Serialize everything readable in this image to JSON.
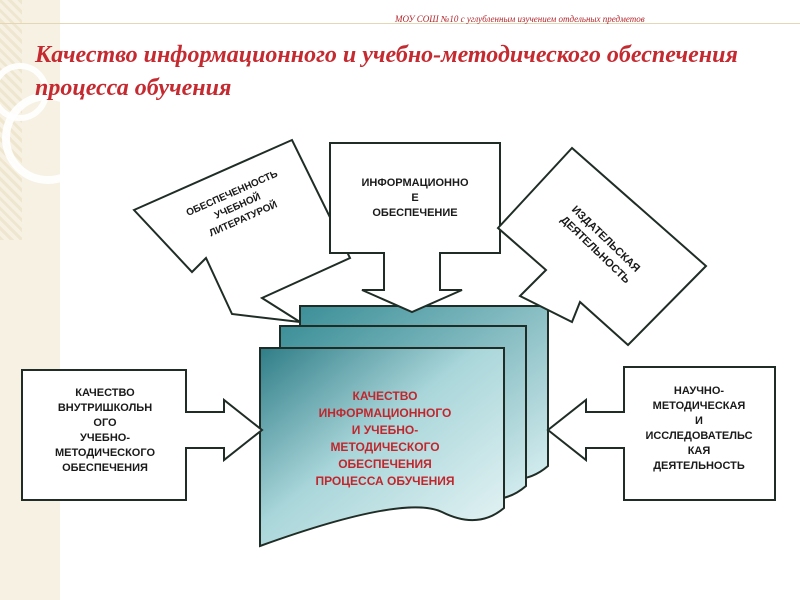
{
  "header": {
    "school": "МОУ СОШ №10 с углубленным изучением   отдельных предметов",
    "title": "Качество информационного и учебно-методического обеспечения процесса обучения"
  },
  "diagram": {
    "center": "КАЧЕСТВО\nИНФОРМАЦИОННОГО\nИ УЧЕБНО-\nМЕТОДИЧЕСКОГО\nОБЕСПЕЧЕНИЯ\nПРОЦЕССА ОБУЧЕНИЯ",
    "top_left": "ОБЕСПЕЧЕННОСТЬ\nУЧЕБНОЙ\nЛИТЕРАТУРОЙ",
    "top_center": "ИНФОРМАЦИОННО\nЕ\nОБЕСПЕЧЕНИЕ",
    "top_right": "ИЗДАТЕЛЬСКАЯ\nДЕЯТЕЛЬНОСТЬ",
    "left": "КАЧЕСТВО\nВНУТРИШКОЛЬН\nОГО\nУЧЕБНО-\nМЕТОДИЧЕСКОГО\nОБЕСПЕЧЕНИЯ",
    "right": "НАУЧНО-\nМЕТОДИЧЕСКАЯ\nИ\nИССЛЕДОВАТЕЛЬС\nКАЯ\nДЕЯТЕЛЬНОСТЬ"
  },
  "colors": {
    "title": "#c42a2f",
    "stroke": "#1f2d26",
    "teal": "#4f9ea6"
  }
}
